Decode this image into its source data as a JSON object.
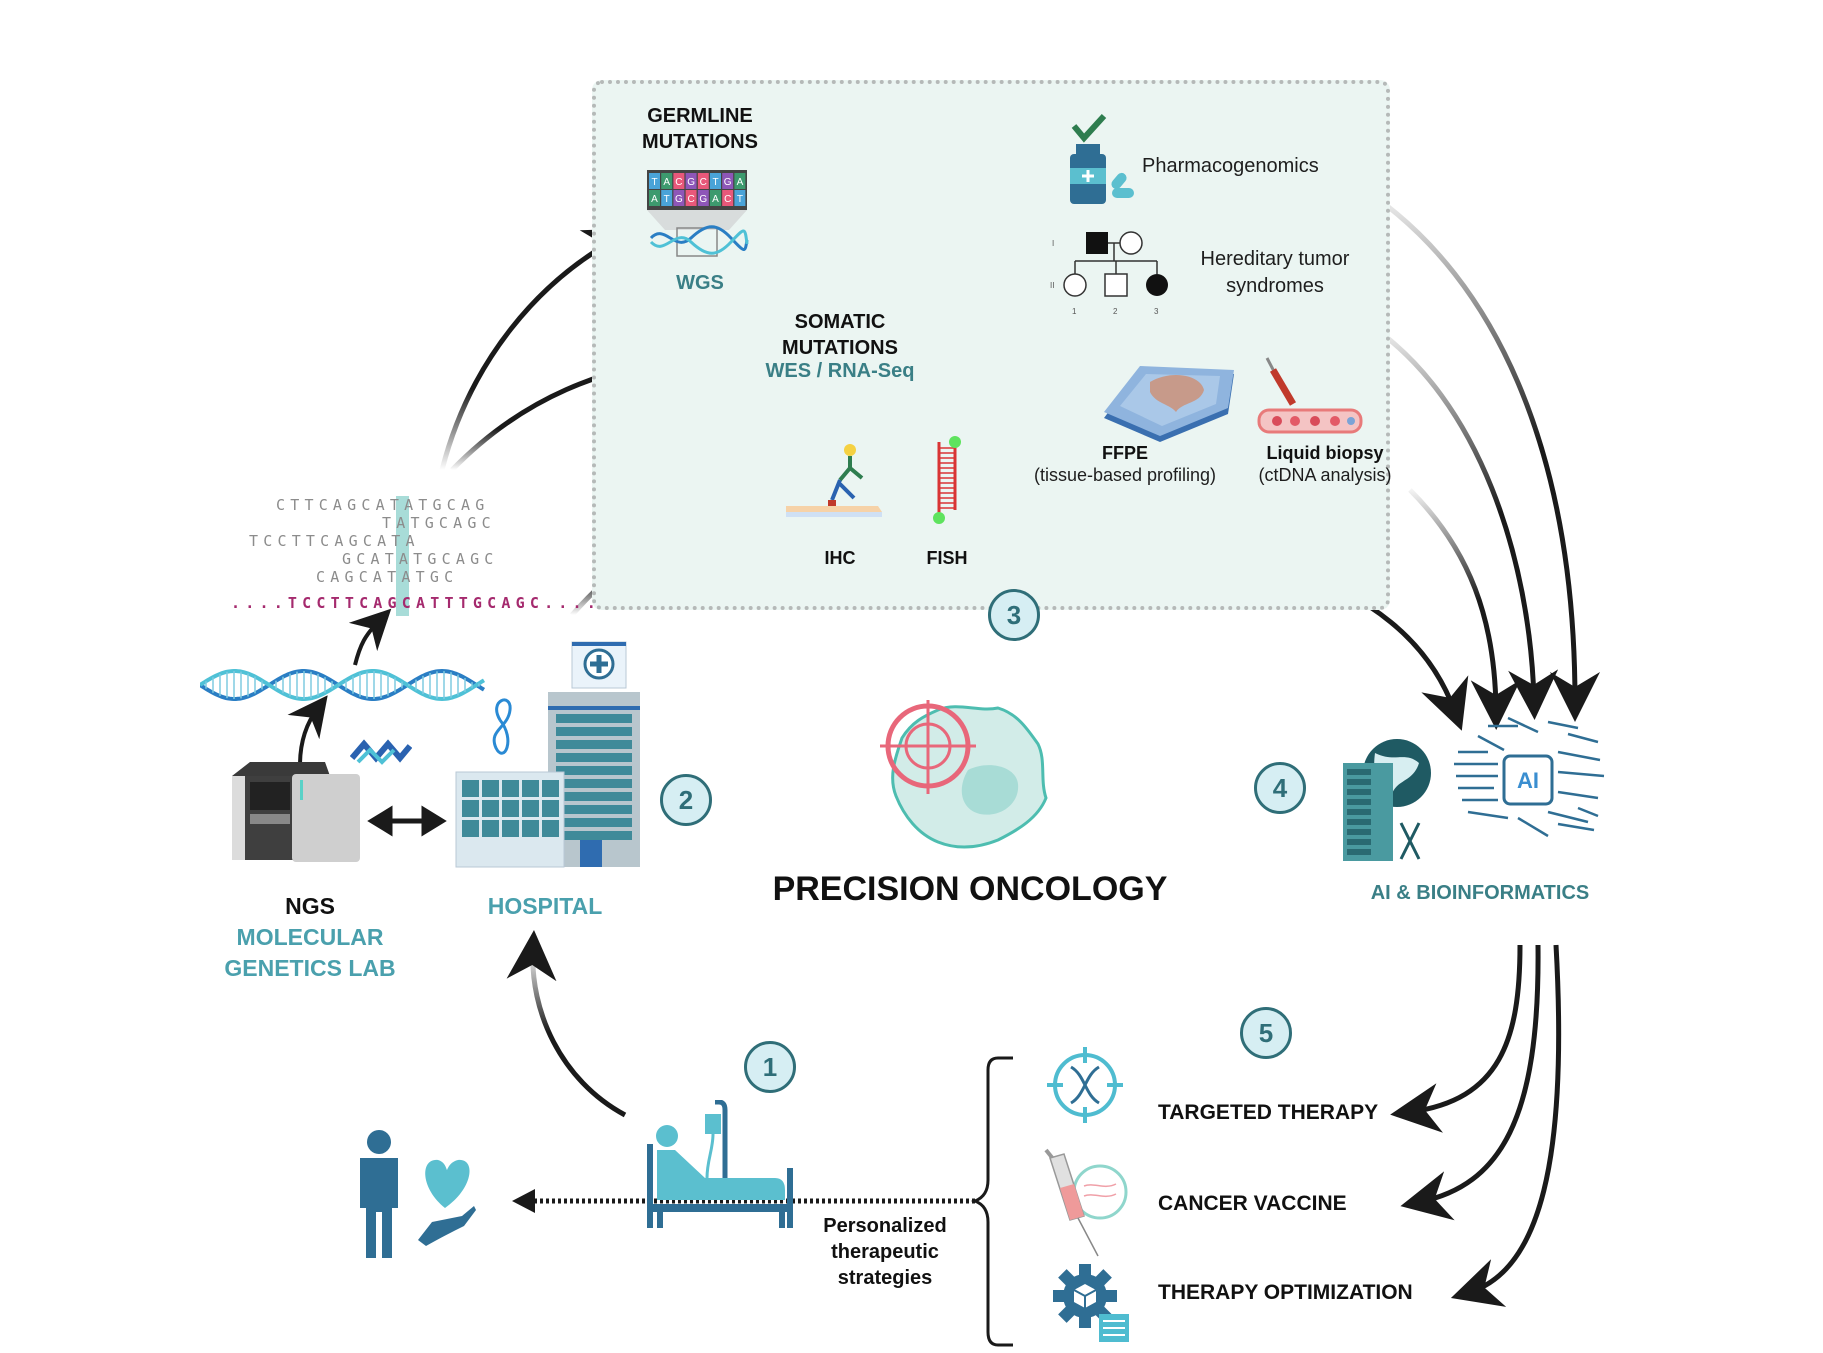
{
  "title": "PRECISION ONCOLOGY",
  "panel": {
    "germline": {
      "title_line1": "GERMLINE",
      "title_line2": "MUTATIONS",
      "method": "WGS",
      "sequencing_bases_top": [
        "T",
        "A",
        "C",
        "G",
        "C",
        "T",
        "G",
        "A"
      ],
      "sequencing_bases_bottom": [
        "A",
        "T",
        "G",
        "C",
        "G",
        "A",
        "C",
        "T"
      ]
    },
    "somatic": {
      "title_line1": "SOMATIC",
      "title_line2": "MUTATIONS",
      "method": "WES / RNA-Seq"
    },
    "pharmacogenomics": "Pharmacogenomics",
    "hereditary": {
      "line1": "Hereditary tumor",
      "line2": "syndromes",
      "generation_labels": [
        "I",
        "II"
      ],
      "individual_numbers": [
        "1",
        "2",
        "3"
      ]
    },
    "ffpe": {
      "title": "FFPE",
      "subtitle": "(tissue-based profiling)"
    },
    "liquid_biopsy": {
      "title": "Liquid biopsy",
      "subtitle": "(ctDNA analysis)"
    },
    "ihc": "IHC",
    "fish": "FISH"
  },
  "steps": {
    "one": "1",
    "two": "2",
    "three": "3",
    "four": "4",
    "five": "5"
  },
  "sequence_reads": {
    "reads": [
      "CTTCAGCATATGCAG",
      "TATGCAGC",
      "TCCTTCAGCATA",
      "GCATATGCAGC",
      "CAGCATATGC"
    ],
    "consensus": "....TCCTTCAGCATTTGCAGC...."
  },
  "ngs_lab": {
    "line1": "NGS",
    "line2": "MOLECULAR",
    "line3": "GENETICS LAB"
  },
  "hospital": "HOSPITAL",
  "ai": {
    "label": "AI & BIOINFORMATICS",
    "chip_text": "AI"
  },
  "strategies": {
    "label_line1": "Personalized",
    "label_line2": "therapeutic",
    "label_line3": "strategies",
    "items": [
      "TARGETED THERAPY",
      "CANCER VACCINE",
      "THERAPY OPTIMIZATION"
    ]
  },
  "colors": {
    "teal_dark": "#2f6e78",
    "teal_light": "#4fa8b6",
    "panel_bg": "#ebf5f2",
    "consensus": "#a52a6e",
    "highlight": "#a8dcd8",
    "target_red": "#e8677a"
  }
}
